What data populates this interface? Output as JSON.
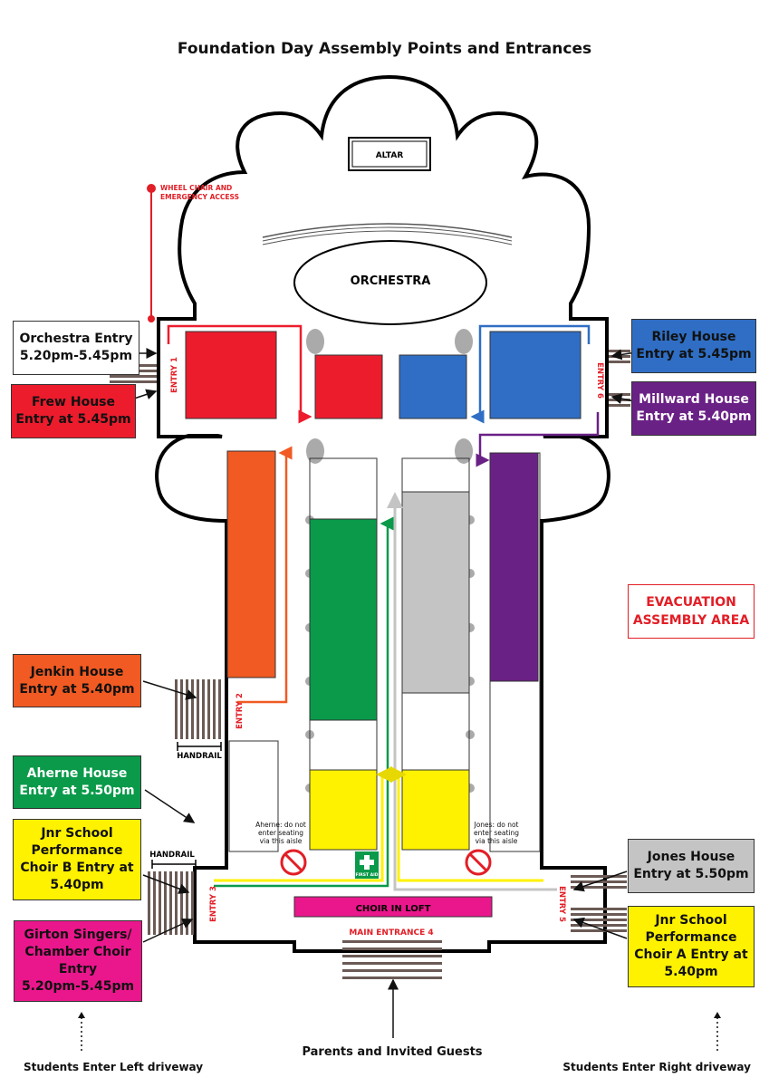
{
  "title": "Foundation Day Assembly Points and Entrances",
  "plan": {
    "altar": "ALTAR",
    "orchestra": "ORCHESTRA",
    "choir_in_loft": "CHOIR IN LOFT",
    "main_entrance": "MAIN ENTRANCE 4",
    "entries": [
      "ENTRY 1",
      "ENTRY 2",
      "ENTRY 3",
      "ENTRY 5",
      "ENTRY 6"
    ],
    "wheelchair": [
      "WHEEL CHAIR AND",
      "EMERGENCY ACCESS"
    ],
    "handrail": "HANDRAIL",
    "aherne_note": [
      "Aherne: do not",
      "enter seating",
      "via this aisle"
    ],
    "jones_note": [
      "Jones: do not",
      "enter seating",
      "via this aisle"
    ],
    "first_aid": "FIRST AID"
  },
  "labels": {
    "orchestra_entry": "Orchestra Entry\n5.20pm-5.45pm",
    "frew": "Frew House\nEntry at 5.45pm",
    "riley": "Riley House\nEntry at 5.45pm",
    "millward": "Millward House\nEntry at 5.40pm",
    "jenkin": "Jenkin House\nEntry at 5.40pm",
    "aherne": "Aherne House\nEntry at 5.50pm",
    "choir_b": "Jnr School\nPerformance\nChoir B Entry at\n5.40pm",
    "girton": "Girton Singers/\nChamber Choir\nEntry\n5.20pm-5.45pm",
    "jones": "Jones House\nEntry at 5.50pm",
    "choir_a": "Jnr School\nPerformance\nChoir A Entry at\n5.40pm",
    "evacuation": "EVACUATION\nASSEMBLY AREA"
  },
  "footer": {
    "left": "Students Enter Left driveway",
    "center": "Parents and Invited Guests",
    "right": "Students Enter Right driveway"
  },
  "colors": {
    "red": "#ec1c2d",
    "blue": "#2f6ec4",
    "purple": "#6a2185",
    "orange": "#f15a22",
    "green": "#0a9a4a",
    "yellow": "#fff200",
    "gray": "#c4c4c4",
    "magenta": "#ea168c"
  }
}
